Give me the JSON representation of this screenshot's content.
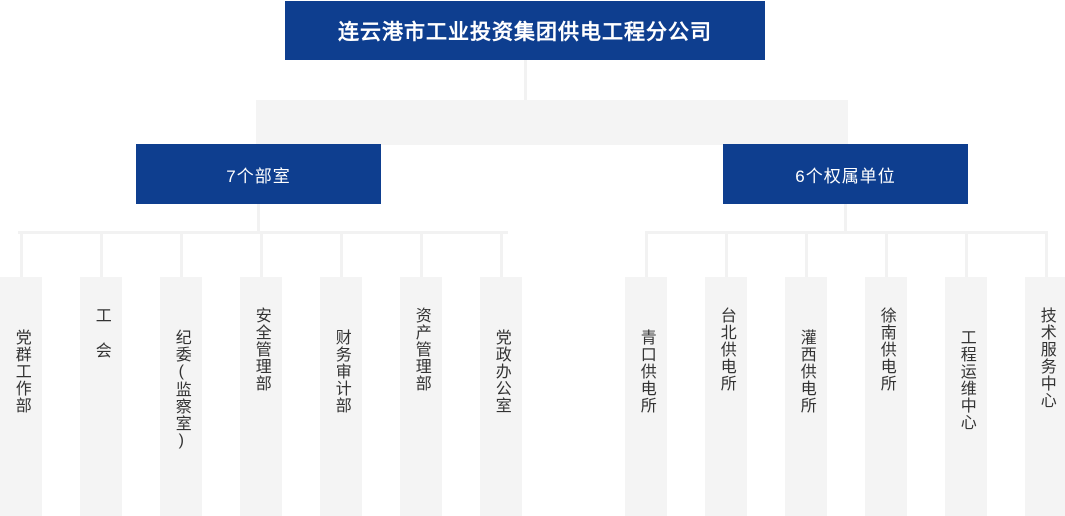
{
  "colors": {
    "brand_blue": "#0e3e8f",
    "connector_gray": "#f2f2f2",
    "card_gray": "#f4f4f4",
    "text_dark": "#333333",
    "text_light": "#ffffff"
  },
  "root": {
    "title": "连云港市工业投资集团供电工程分公司"
  },
  "branches": [
    {
      "label": "7个部室"
    },
    {
      "label": "6个权属单位"
    }
  ],
  "departments": [
    {
      "label": "党群工作部"
    },
    {
      "label": "工  会"
    },
    {
      "label": "纪委(监察室)"
    },
    {
      "label": "安全管理部"
    },
    {
      "label": "财务审计部"
    },
    {
      "label": "资产管理部"
    },
    {
      "label": "党政办公室"
    }
  ],
  "units": [
    {
      "label": "青口供电所"
    },
    {
      "label": "台北供电所"
    },
    {
      "label": "灌西供电所"
    },
    {
      "label": "徐南供电所"
    },
    {
      "label": "工程运维中心"
    },
    {
      "label": "技术服务中心"
    }
  ]
}
